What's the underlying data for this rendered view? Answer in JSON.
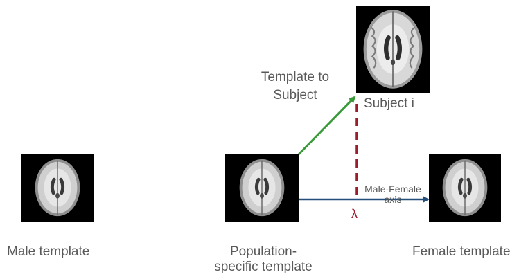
{
  "labels": {
    "male": "Male template",
    "population_line1": "Population-",
    "population_line2": "specific template",
    "female": "Female template",
    "subject": "Subject i",
    "template_to_line1": "Template to",
    "template_to_line2": "Subject",
    "axis_line1": "Male-Female",
    "axis_line2": "axis",
    "lambda": "λ"
  },
  "colors": {
    "green_arrow": "#3a9a3a",
    "blue_arrow": "#244f7a",
    "red_dashed": "#9b1c2a",
    "text": "#595959"
  },
  "icons": {
    "brain": "axial-brain-mri"
  }
}
